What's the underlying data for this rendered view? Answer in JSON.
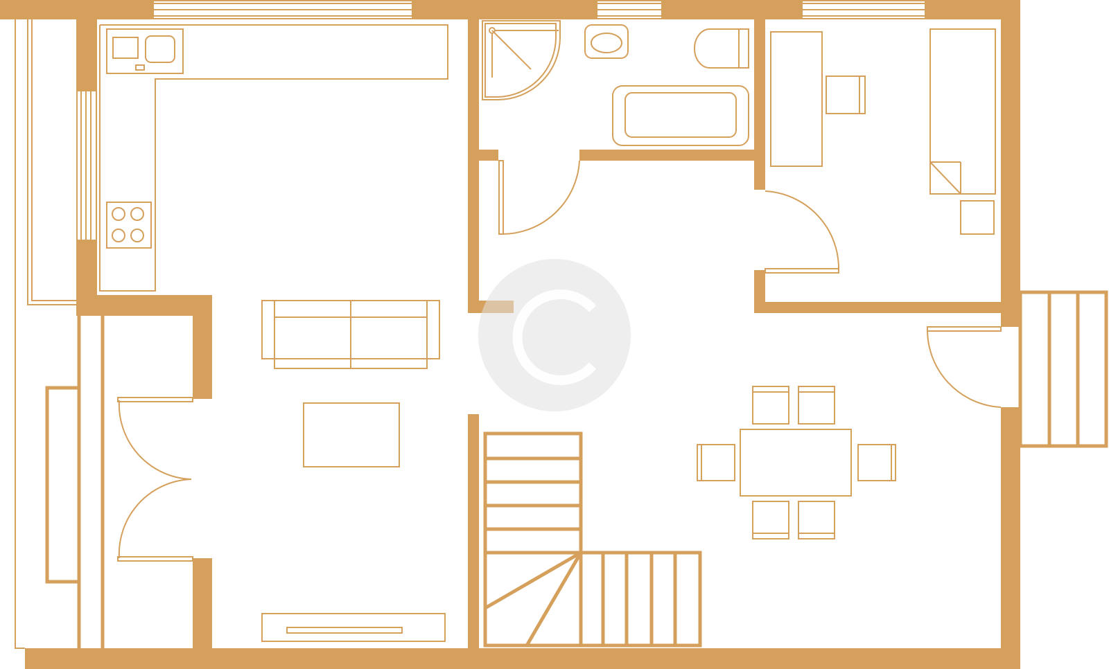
{
  "diagram": {
    "type": "architectural-floor-plan",
    "wall_color": "#d4a05c",
    "background_color": "#ffffff",
    "watermark": {
      "symbol": "copyright-icon",
      "color": "#e0e0e0"
    },
    "rooms": [
      "kitchen",
      "living-room",
      "hallway",
      "bathroom",
      "bedroom",
      "dining-area",
      "staircase",
      "balcony",
      "entrance-porch"
    ]
  }
}
